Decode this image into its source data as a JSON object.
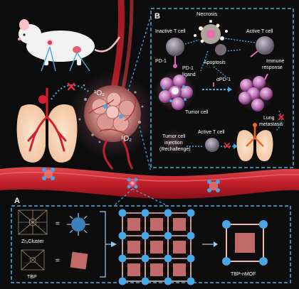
{
  "panel_b": {
    "letter": "B",
    "necrosis": "Necrosis",
    "inactive_t_cell": "Inactive T cell",
    "active_t_cell": "Active T cell",
    "apoptosis": "Apoptosis",
    "pd1": "PD-1",
    "pd1_b": "PD-1",
    "pd1_ligand": "ligand",
    "immune_1": "Immune",
    "immune_2": "response",
    "alpha_pd1": "αPD-1",
    "tumor_cell": "Tumor cell",
    "lung_1": "Lung",
    "lung_2": "metastasis",
    "inj_1": "Tumor cell",
    "inj_2": "injection",
    "inj_3": "(Rechallenge)",
    "active_t_cell_2": "Active T cell"
  },
  "main": {
    "o2_1": "¹O₂",
    "o2_2": "¹O₂"
  },
  "panel_a": {
    "letter": "A",
    "zr6": "Zr₆Cluster",
    "tbp": "TBP",
    "eq": "=",
    "product": "TBP-nMOF"
  },
  "colors": {
    "background": "#0c0c0c",
    "vessel": "#c5202a",
    "panel_border": "#4ab3e6",
    "blue_node": "#4aa6e2",
    "pink": "#e37b7b"
  }
}
